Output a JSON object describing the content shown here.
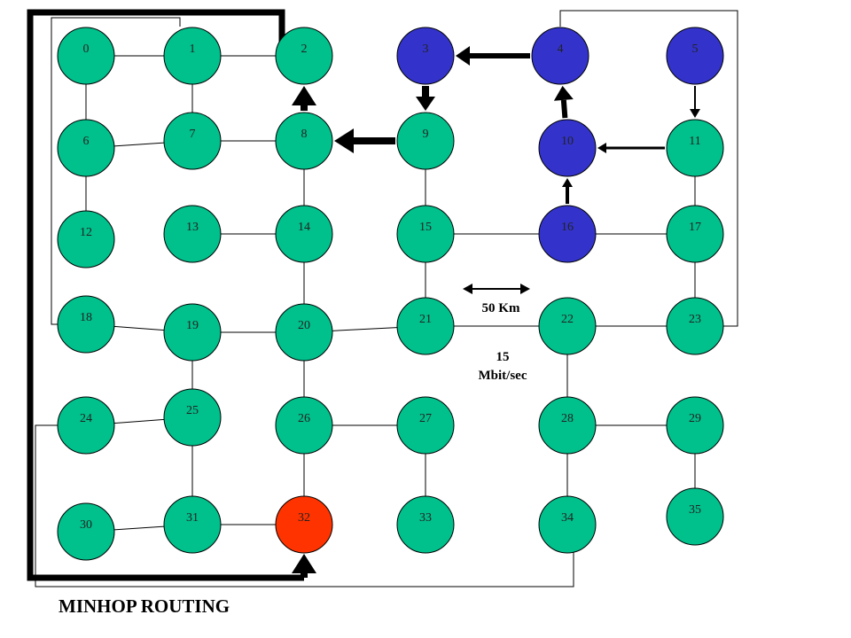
{
  "colors": {
    "default_node": "#00C08B",
    "path_node": "#3333CC",
    "destination_node": "#FF3300",
    "link": "#000000",
    "route_arrow": "#000000"
  },
  "nodes": [
    {
      "id": 0,
      "label": "0",
      "status": "default"
    },
    {
      "id": 1,
      "label": "1",
      "status": "default"
    },
    {
      "id": 2,
      "label": "2",
      "status": "default"
    },
    {
      "id": 3,
      "label": "3",
      "status": "path"
    },
    {
      "id": 4,
      "label": "4",
      "status": "path"
    },
    {
      "id": 5,
      "label": "5",
      "status": "path"
    },
    {
      "id": 6,
      "label": "6",
      "status": "default"
    },
    {
      "id": 7,
      "label": "7",
      "status": "default"
    },
    {
      "id": 8,
      "label": "8",
      "status": "default"
    },
    {
      "id": 9,
      "label": "9",
      "status": "default"
    },
    {
      "id": 10,
      "label": "10",
      "status": "path"
    },
    {
      "id": 11,
      "label": "11",
      "status": "default"
    },
    {
      "id": 12,
      "label": "12",
      "status": "default"
    },
    {
      "id": 13,
      "label": "13",
      "status": "default"
    },
    {
      "id": 14,
      "label": "14",
      "status": "default"
    },
    {
      "id": 15,
      "label": "15",
      "status": "default"
    },
    {
      "id": 16,
      "label": "16",
      "status": "path"
    },
    {
      "id": 17,
      "label": "17",
      "status": "default"
    },
    {
      "id": 18,
      "label": "18",
      "status": "default"
    },
    {
      "id": 19,
      "label": "19",
      "status": "default"
    },
    {
      "id": 20,
      "label": "20",
      "status": "default"
    },
    {
      "id": 21,
      "label": "21",
      "status": "default"
    },
    {
      "id": 22,
      "label": "22",
      "status": "default"
    },
    {
      "id": 23,
      "label": "23",
      "status": "default"
    },
    {
      "id": 24,
      "label": "24",
      "status": "default"
    },
    {
      "id": 25,
      "label": "25",
      "status": "default"
    },
    {
      "id": 26,
      "label": "26",
      "status": "default"
    },
    {
      "id": 27,
      "label": "27",
      "status": "default"
    },
    {
      "id": 28,
      "label": "28",
      "status": "default"
    },
    {
      "id": 29,
      "label": "29",
      "status": "default"
    },
    {
      "id": 30,
      "label": "30",
      "status": "default"
    },
    {
      "id": 31,
      "label": "31",
      "status": "default"
    },
    {
      "id": 32,
      "label": "32",
      "status": "destination"
    },
    {
      "id": 33,
      "label": "33",
      "status": "default"
    },
    {
      "id": 34,
      "label": "34",
      "status": "default"
    },
    {
      "id": 35,
      "label": "35",
      "status": "default"
    }
  ],
  "links": [
    [
      0,
      1
    ],
    [
      1,
      2
    ],
    [
      0,
      6
    ],
    [
      1,
      7
    ],
    [
      6,
      7
    ],
    [
      7,
      8
    ],
    [
      6,
      12
    ],
    [
      8,
      14
    ],
    [
      9,
      15
    ],
    [
      11,
      17
    ],
    [
      13,
      14
    ],
    [
      15,
      16
    ],
    [
      16,
      17
    ],
    [
      14,
      20
    ],
    [
      15,
      21
    ],
    [
      17,
      23
    ],
    [
      18,
      19
    ],
    [
      19,
      20
    ],
    [
      20,
      21
    ],
    [
      21,
      22
    ],
    [
      22,
      23
    ],
    [
      19,
      25
    ],
    [
      20,
      26
    ],
    [
      22,
      28
    ],
    [
      24,
      25
    ],
    [
      26,
      27
    ],
    [
      28,
      29
    ],
    [
      25,
      31
    ],
    [
      26,
      32
    ],
    [
      27,
      33
    ],
    [
      28,
      34
    ],
    [
      29,
      35
    ],
    [
      30,
      31
    ],
    [
      31,
      32
    ],
    [
      1,
      18
    ],
    [
      4,
      23
    ],
    [
      24,
      34
    ]
  ],
  "route": [
    {
      "from": 5,
      "to": 11
    },
    {
      "from": 11,
      "to": 10
    },
    {
      "from": 16,
      "to": 10
    },
    {
      "from": 10,
      "to": 4
    },
    {
      "from": 4,
      "to": 3
    },
    {
      "from": 3,
      "to": 9
    },
    {
      "from": 9,
      "to": 8
    },
    {
      "from": 8,
      "to": 2
    },
    {
      "from": 2,
      "to": 32
    }
  ],
  "annotations": {
    "distance": "50 Km",
    "bandwidth_value": "15",
    "bandwidth_unit": "Mbit/sec"
  },
  "title": "MINHOP ROUTING"
}
